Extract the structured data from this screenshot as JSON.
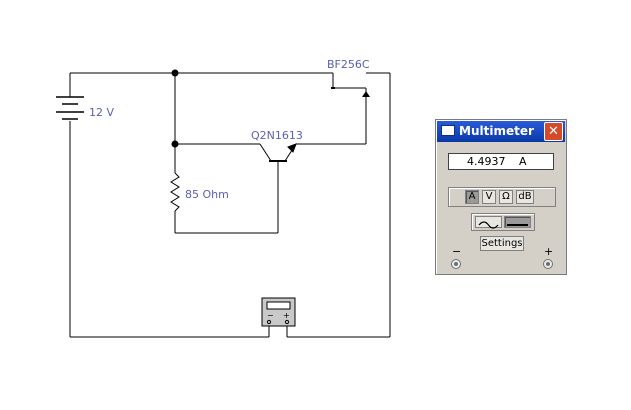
{
  "circuit": {
    "battery_label": "12 V",
    "jfet_label": "BF256C",
    "bjt_label": "Q2N1613",
    "resistor_label": "85 Ohm",
    "meter_minus": "−",
    "meter_plus": "+"
  },
  "multimeter": {
    "title": "Multimeter",
    "close": "✕",
    "reading_value": "4.4937",
    "reading_unit": "A",
    "modes": [
      "A",
      "V",
      "Ω",
      "dB"
    ],
    "active_mode": "A",
    "coupling": [
      "ac",
      "dc"
    ],
    "active_coupling": "dc",
    "settings_label": "Settings",
    "minus_label": "−",
    "plus_label": "+"
  },
  "colors": {
    "wire": "#000000",
    "label": "#5a5fb4",
    "titlebar": "#0a3aa6",
    "close": "#d64a2a"
  }
}
